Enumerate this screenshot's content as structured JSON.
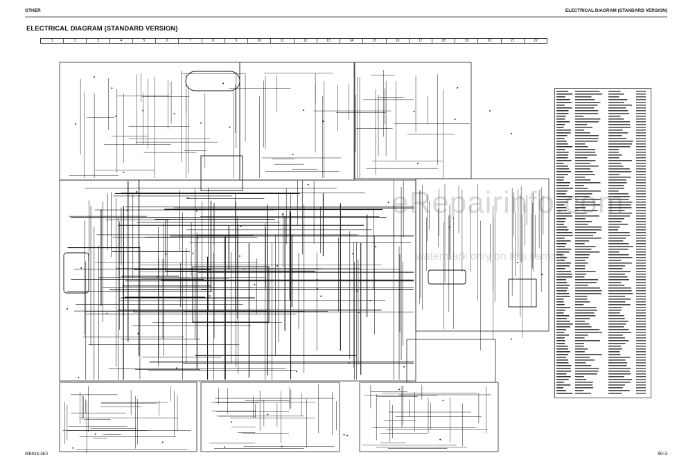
{
  "header": {
    "left": "OTHER",
    "right": "ELECTRICAL DIAGRAM (STANDARD VERSION)"
  },
  "page_title": "ELECTRICAL DIAGRAM (STANDARD VERSION)",
  "grid_columns": [
    "1",
    "2",
    "3",
    "4",
    "5",
    "6",
    "7",
    "8",
    "9",
    "10",
    "11",
    "12",
    "13",
    "14",
    "15",
    "16",
    "17",
    "18",
    "19",
    "20",
    "21",
    "22"
  ],
  "watermark": {
    "brand": "eRepairinfo.com",
    "note": "watermark only on this sample"
  },
  "footer": {
    "left": "WB93S-5E0",
    "right": "90-3"
  }
}
